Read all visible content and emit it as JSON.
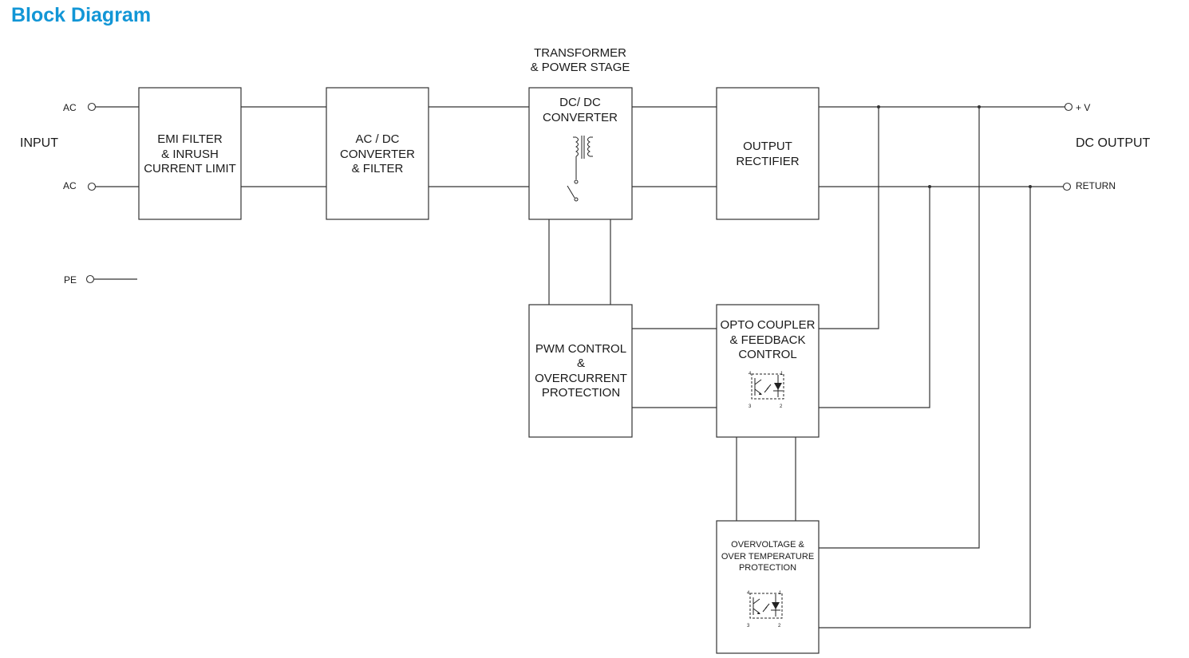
{
  "title": "Block Diagram",
  "input_label": "INPUT",
  "output_label": "DC OUTPUT",
  "terminals": {
    "ac1": "AC",
    "ac2": "AC",
    "pe": "PE",
    "plus_v": "+ V",
    "return": "RETURN"
  },
  "stage_caption": [
    "TRANSFORMER",
    "& POWER STAGE"
  ],
  "blocks": {
    "emi": [
      "EMI FILTER",
      "& INRUSH",
      "CURRENT LIMIT"
    ],
    "acdc": [
      "AC / DC",
      "CONVERTER",
      "& FILTER"
    ],
    "dcdc": [
      "DC/ DC",
      "CONVERTER"
    ],
    "rectifier": [
      "OUTPUT",
      "RECTIFIER"
    ],
    "pwm": [
      "PWM CONTROL",
      "&",
      "OVERCURRENT",
      "PROTECTION"
    ],
    "opto": [
      "OPTO COUPLER",
      "& FEEDBACK",
      "CONTROL"
    ],
    "ovp": [
      "OVERVOLTAGE &",
      "OVER TEMPERATURE",
      "PROTECTION"
    ]
  },
  "pin_numbers": {
    "opto": [
      "4",
      "1",
      "3",
      "2"
    ],
    "ovp": [
      "4",
      "1",
      "3",
      "2"
    ]
  }
}
